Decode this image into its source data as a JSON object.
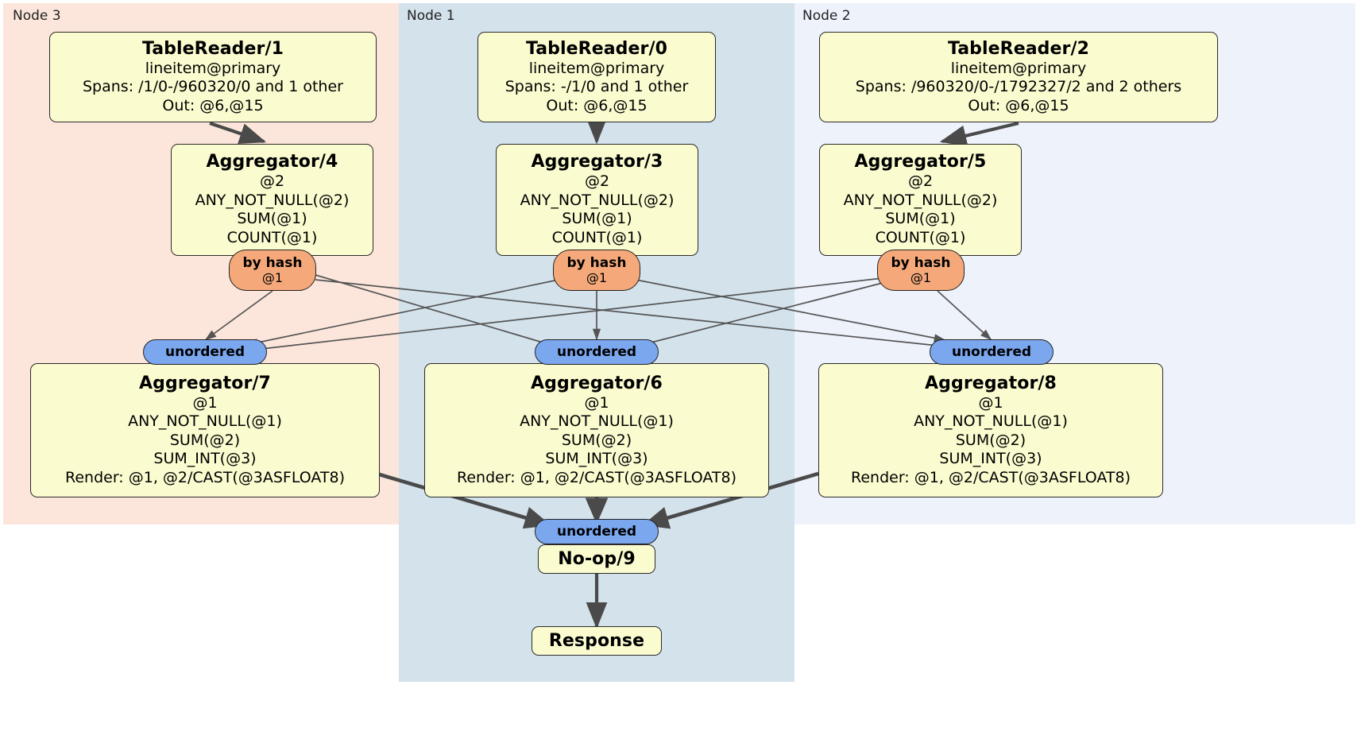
{
  "diagram": {
    "type": "distributed-query-plan",
    "colors": {
      "node3_bg": "#fce6dc",
      "node1_bg": "#d4e2ec",
      "node2_bg": "#eef2fb",
      "processor_box": "#fbfbd0",
      "by_hash_pill": "#f5a97a",
      "unordered_pill": "#7ba7ef",
      "edge": "#4a4a4a"
    }
  },
  "regions": [
    {
      "id": "node3",
      "label": "Node 3"
    },
    {
      "id": "node1",
      "label": "Node 1"
    },
    {
      "id": "node2",
      "label": "Node 2"
    }
  ],
  "processors": {
    "table_reader_1": {
      "title": "TableReader/1",
      "lines": [
        "lineitem@primary",
        "Spans: /1/0-/960320/0 and 1 other",
        "Out: @6,@15"
      ]
    },
    "table_reader_0": {
      "title": "TableReader/0",
      "lines": [
        "lineitem@primary",
        "Spans: -/1/0 and 1 other",
        "Out: @6,@15"
      ]
    },
    "table_reader_2": {
      "title": "TableReader/2",
      "lines": [
        "lineitem@primary",
        "Spans: /960320/0-/1792327/2 and 2 others",
        "Out: @6,@15"
      ]
    },
    "aggregator_4": {
      "title": "Aggregator/4",
      "lines": [
        "@2",
        "ANY_NOT_NULL(@2)",
        "SUM(@1)",
        "COUNT(@1)"
      ]
    },
    "aggregator_3": {
      "title": "Aggregator/3",
      "lines": [
        "@2",
        "ANY_NOT_NULL(@2)",
        "SUM(@1)",
        "COUNT(@1)"
      ]
    },
    "aggregator_5": {
      "title": "Aggregator/5",
      "lines": [
        "@2",
        "ANY_NOT_NULL(@2)",
        "SUM(@1)",
        "COUNT(@1)"
      ]
    },
    "aggregator_7": {
      "title": "Aggregator/7",
      "lines": [
        "@1",
        "ANY_NOT_NULL(@1)",
        "SUM(@2)",
        "SUM_INT(@3)",
        "Render: @1, @2/CAST(@3ASFLOAT8)"
      ]
    },
    "aggregator_6": {
      "title": "Aggregator/6",
      "lines": [
        "@1",
        "ANY_NOT_NULL(@1)",
        "SUM(@2)",
        "SUM_INT(@3)",
        "Render: @1, @2/CAST(@3ASFLOAT8)"
      ]
    },
    "aggregator_8": {
      "title": "Aggregator/8",
      "lines": [
        "@1",
        "ANY_NOT_NULL(@1)",
        "SUM(@2)",
        "SUM_INT(@3)",
        "Render: @1, @2/CAST(@3ASFLOAT8)"
      ]
    },
    "noop_9": {
      "title": "No-op/9",
      "lines": []
    },
    "response": {
      "title": "Response",
      "lines": []
    }
  },
  "routers": {
    "by_hash_left": {
      "label": "by hash",
      "sublabel": "@1"
    },
    "by_hash_mid": {
      "label": "by hash",
      "sublabel": "@1"
    },
    "by_hash_right": {
      "label": "by hash",
      "sublabel": "@1"
    }
  },
  "synchronizers": {
    "unordered_left": {
      "label": "unordered"
    },
    "unordered_mid": {
      "label": "unordered"
    },
    "unordered_right": {
      "label": "unordered"
    },
    "unordered_final": {
      "label": "unordered"
    }
  }
}
